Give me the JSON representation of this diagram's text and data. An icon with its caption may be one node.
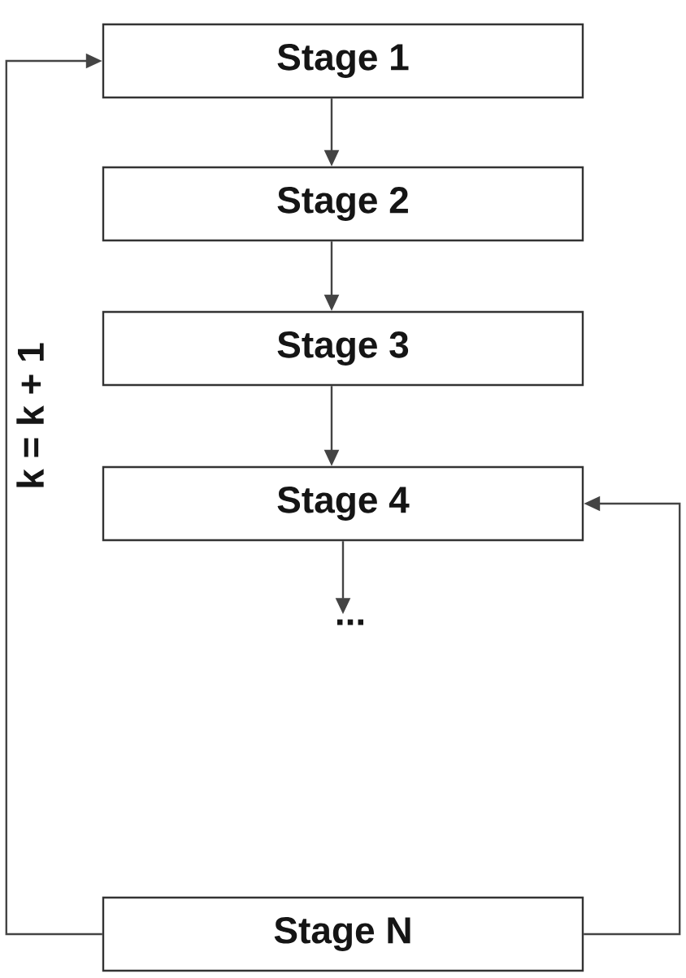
{
  "diagram": {
    "nodes": [
      {
        "text": [
          "Stage 1"
        ]
      },
      {
        "text": [
          "Stage 2"
        ]
      },
      {
        "text": [
          "Stage 3"
        ]
      },
      {
        "text": [
          "Stage 4"
        ]
      },
      {
        "text": [
          "..."
        ]
      },
      {
        "text": [
          "Stage N"
        ]
      }
    ],
    "edges": [
      {
        "from": 0,
        "to": 1,
        "arrow": "to"
      },
      {
        "from": 1,
        "to": 2,
        "arrow": "to"
      },
      {
        "from": 2,
        "to": 3,
        "arrow": "to"
      },
      {
        "from": 3,
        "to": 4,
        "arrow": "to"
      },
      {
        "from": 5,
        "to": 0,
        "arrow": "to",
        "label": "k = k + 1"
      },
      {
        "from": 5,
        "to": 3,
        "arrow": "to"
      }
    ]
  }
}
